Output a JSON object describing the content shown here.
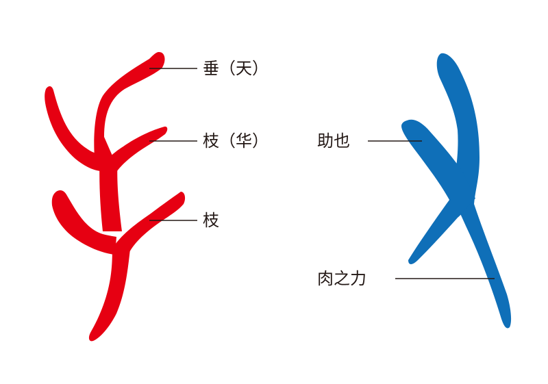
{
  "colors": {
    "red_glyph": "#e60012",
    "blue_glyph": "#0f6fb8",
    "leader_line": "#231815",
    "label_text": "#231815",
    "background": "#ffffff"
  },
  "red_glyph": {
    "labels": [
      {
        "text": "垂（天）"
      },
      {
        "text": "枝（华）"
      },
      {
        "text": "枝"
      }
    ]
  },
  "blue_glyph": {
    "labels": [
      {
        "text": "助也"
      },
      {
        "text": "肉之力"
      }
    ]
  }
}
